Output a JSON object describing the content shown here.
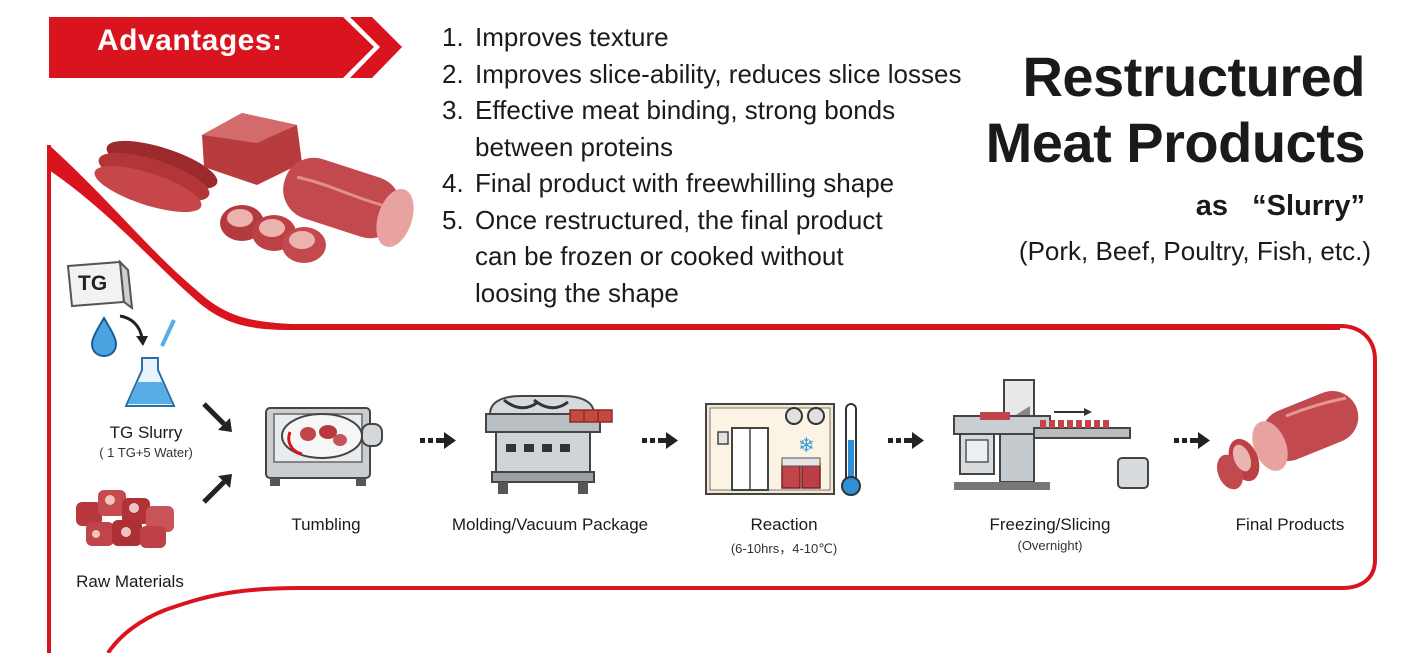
{
  "banner": {
    "label": "Advantages:"
  },
  "advantages": [
    {
      "num": "1.",
      "lines": [
        "Improves texture"
      ]
    },
    {
      "num": "2.",
      "lines": [
        "Improves slice-ability, reduces slice losses"
      ]
    },
    {
      "num": "3.",
      "lines": [
        "Effective meat binding, strong bonds",
        "between proteins"
      ]
    },
    {
      "num": "4.",
      "lines": [
        "Final product with freewhilling shape"
      ]
    },
    {
      "num": "5.",
      "lines": [
        "Once restructured, the final product",
        "can be frozen or cooked without",
        "loosing the shape"
      ]
    }
  ],
  "title": {
    "line1": "Restructured",
    "line2": "Meat Products"
  },
  "subtitle": {
    "as": "as",
    "slurry": "“Slurry”"
  },
  "species": "(Pork, Beef, Poultry, Fish, etc.)",
  "inputs": {
    "tg_package": "TG",
    "tg_slurry": "TG Slurry",
    "tg_slurry_ratio": "( 1 TG+5 Water)",
    "raw_materials": "Raw Materials"
  },
  "steps": [
    {
      "label": "Tumbling",
      "detail": ""
    },
    {
      "label": "Molding/Vacuum Package",
      "detail": ""
    },
    {
      "label": "Reaction",
      "detail": "(6-10hrs，4-10℃)"
    },
    {
      "label": "Freezing/Slicing",
      "detail": "(Overnight)"
    },
    {
      "label": "Final Products",
      "detail": ""
    }
  ],
  "colors": {
    "accent": "#d9141e",
    "meat": "#b5373b",
    "meat_light": "#e8a3a0",
    "steel": "#b9bec3",
    "dark": "#333333"
  }
}
